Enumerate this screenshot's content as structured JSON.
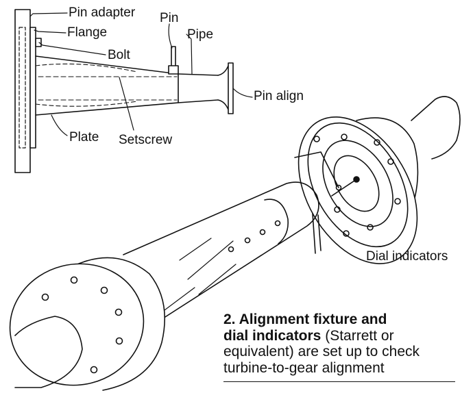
{
  "labels": {
    "pin_adapter": "Pin adapter",
    "flange": "Flange",
    "bolt": "Bolt",
    "pin": "Pin",
    "pipe": "Pipe",
    "pin_align": "Pin align",
    "plate": "Plate",
    "setscrew": "Setscrew",
    "dial_indicators": "Dial indicators"
  },
  "caption": {
    "number_title": "2. Alignment fixture and",
    "title_cont": "dial indicators",
    "text_1": " (Starrett or",
    "text_2": "equivalent) are set up to check",
    "text_3": "turbine-to-gear alignment"
  },
  "colors": {
    "ink": "#111111",
    "paper": "#ffffff"
  }
}
